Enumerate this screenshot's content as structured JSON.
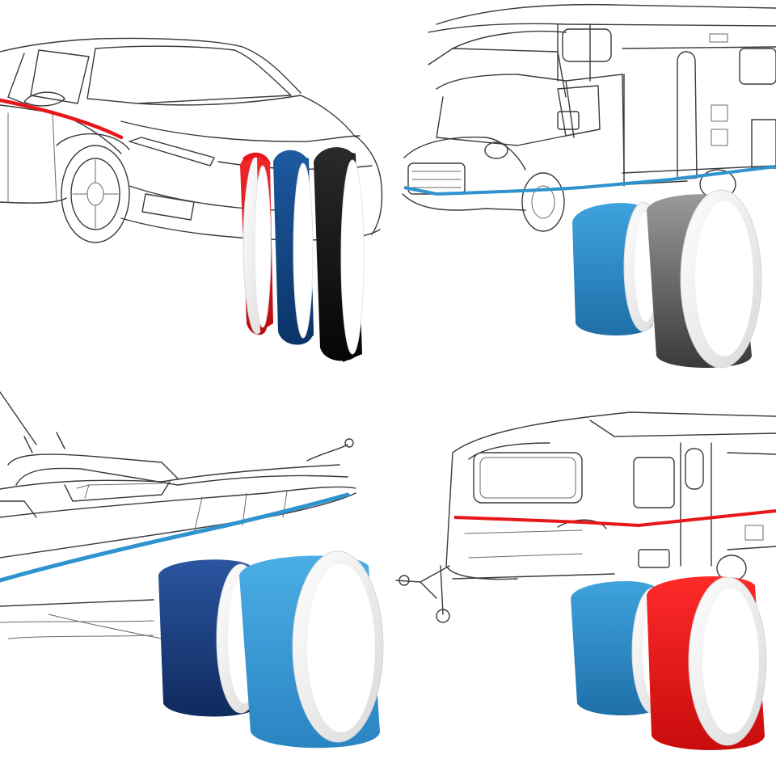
{
  "scene": {
    "description_icons": [
      "car-sketch",
      "motorhome-sketch",
      "boat-sketch",
      "caravan-sketch"
    ],
    "colors": {
      "background": "#ffffff",
      "line_art": "#3a3a3a",
      "tape_red": "#e8161b",
      "tape_dark_blue": "#0d4a8a",
      "tape_black": "#111111",
      "tape_light_blue": "#2f93cf",
      "tape_grey": "#6e6e6e",
      "tape_navy": "#1c3f80",
      "tape_sky_blue": "#3ea0dc"
    },
    "panels": [
      {
        "vehicle": "car",
        "stripe_color": "#e8161b",
        "tape_rolls": [
          "red",
          "dark-blue",
          "black"
        ]
      },
      {
        "vehicle": "motorhome",
        "stripe_color": "#2f93cf",
        "tape_rolls": [
          "light-blue",
          "grey"
        ]
      },
      {
        "vehicle": "boat",
        "stripe_color": "#2f93cf",
        "tape_rolls": [
          "navy",
          "sky-blue"
        ]
      },
      {
        "vehicle": "caravan",
        "stripe_color": "#e8161b",
        "tape_rolls": [
          "light-blue",
          "red"
        ]
      }
    ]
  }
}
